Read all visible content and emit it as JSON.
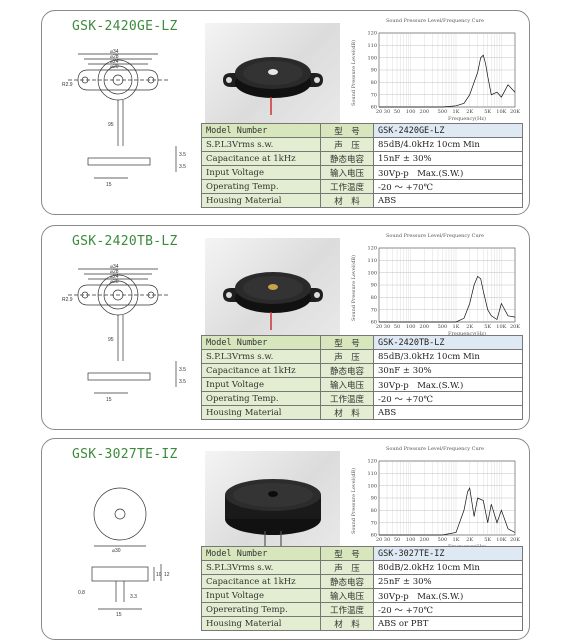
{
  "products": [
    {
      "title": "GSK-2420GE-LZ",
      "table": [
        {
          "label": "Model Number",
          "cn": "型　号",
          "value": "GSK-2420GE-LZ"
        },
        {
          "label": "S.P.L3Vrms s.w.",
          "cn": "声　压",
          "value": "85dB/4.0kHz 10cm Min"
        },
        {
          "label": "Capacitance at 1kHz",
          "cn": "静态电容",
          "value": "15nF ± 30%"
        },
        {
          "label": "Input Voltage",
          "cn": "输入电压",
          "value": "30Vp-p　Max.(S.W.)"
        },
        {
          "label": "Operating Temp.",
          "cn": "工作温度",
          "value": "-20 ～ +70℃"
        },
        {
          "label": "Housing Material",
          "cn": "材　料",
          "value": "ABS"
        }
      ],
      "drawing": {
        "dims": [
          "⌀34",
          "⌀28",
          "⌀24",
          "⌀20",
          "R2.9",
          "95",
          "3.5",
          "3.5",
          "15"
        ]
      },
      "chart_data": {
        "type": "line",
        "title": "Sound Pressure Level/Frequency Cure",
        "xlabel": "Frequency(Hz)",
        "ylabel": "Sound Pressure Level(dB)",
        "x_ticks": [
          "20",
          "30",
          "50",
          "100",
          "200",
          "500",
          "1K",
          "2K",
          "5K",
          "10K",
          "20K"
        ],
        "y_ticks": [
          120,
          110,
          100,
          90,
          80,
          70,
          60
        ],
        "ylim": [
          60,
          120
        ],
        "x": [
          "20",
          "500",
          "1K",
          "1.5K",
          "2K",
          "2.5K",
          "3K",
          "3.5K",
          "4K",
          "4.5K",
          "5K",
          "6K",
          "8K",
          "10K",
          "14K",
          "20K"
        ],
        "y": [
          60,
          60,
          61,
          63,
          70,
          80,
          88,
          100,
          102,
          95,
          85,
          70,
          72,
          68,
          78,
          72
        ]
      }
    },
    {
      "title": "GSK-2420TB-LZ",
      "table": [
        {
          "label": "Model Number",
          "cn": "型　号",
          "value": "GSK-2420TB-LZ"
        },
        {
          "label": "S.P.L3Vrms s.w.",
          "cn": "声　压",
          "value": "85dB/3.0kHz 10cm Min"
        },
        {
          "label": "Capacitance at 1kHz",
          "cn": "静态电容",
          "value": "30nF ± 30%"
        },
        {
          "label": "Input Voltage",
          "cn": "输入电压",
          "value": "30Vp-p　Max.(S.W.)"
        },
        {
          "label": "Operating Temp.",
          "cn": "工作温度",
          "value": "-20 ～ +70℃"
        },
        {
          "label": "Housing Material",
          "cn": "材　料",
          "value": "ABS"
        }
      ],
      "drawing": {
        "dims": [
          "⌀34",
          "⌀28",
          "⌀24",
          "⌀20",
          "R2.9",
          "95",
          "3.5",
          "3.5",
          "15"
        ]
      },
      "chart_data": {
        "type": "line",
        "title": "Sound Pressure Level/Frequency Cure",
        "xlabel": "Frequency(Hz)",
        "ylabel": "Sound Pressure Level(dB)",
        "x_ticks": [
          "20",
          "30",
          "50",
          "100",
          "200",
          "500",
          "1K",
          "2K",
          "5K",
          "10K",
          "20K"
        ],
        "y_ticks": [
          120,
          110,
          100,
          90,
          80,
          70,
          60
        ],
        "ylim": [
          60,
          120
        ],
        "x": [
          "20",
          "1K",
          "1.5K",
          "2K",
          "2.5K",
          "3K",
          "3.5K",
          "4K",
          "5K",
          "6K",
          "8K",
          "10K",
          "14K",
          "20K"
        ],
        "y": [
          60,
          60,
          63,
          75,
          90,
          97,
          95,
          85,
          70,
          65,
          62,
          75,
          65,
          64
        ]
      }
    },
    {
      "title": "GSK-3027TE-IZ",
      "table": [
        {
          "label": "Model Number",
          "cn": "型　号",
          "value": "GSK-3027TE-IZ"
        },
        {
          "label": "S.P.L3Vrms s.w.",
          "cn": "声　压",
          "value": "80dB/2.0kHz 10cm Min"
        },
        {
          "label": "Capacitance at 1kHz",
          "cn": "静态电容",
          "value": "25nF ± 30%"
        },
        {
          "label": "Input Voltage",
          "cn": "输入电压",
          "value": "30Vp-p　Max.(S.W.)"
        },
        {
          "label": "Opererating Temp.",
          "cn": "工作温度",
          "value": "-20 ～ +70℃"
        },
        {
          "label": "Housing Material",
          "cn": "材　料",
          "value": "ABS or PBT"
        }
      ],
      "drawing": {
        "dims": [
          "⌀30",
          "10",
          "12",
          "0.8",
          "3.3",
          "15"
        ]
      },
      "chart_data": {
        "type": "line",
        "title": "Sound Pressure Level/Frequency Cure",
        "xlabel": "Frequency(Hz)",
        "ylabel": "Sound Pressure Level(dB)",
        "x_ticks": [
          "20",
          "30",
          "50",
          "100",
          "200",
          "500",
          "1K",
          "2K",
          "5K",
          "10K",
          "20K"
        ],
        "y_ticks": [
          120,
          110,
          100,
          90,
          80,
          70,
          60
        ],
        "ylim": [
          60,
          120
        ],
        "x": [
          "20",
          "500",
          "1K",
          "1.5K",
          "1.8K",
          "2K",
          "2.5K",
          "3K",
          "4K",
          "5K",
          "6K",
          "8K",
          "10K",
          "14K",
          "20K"
        ],
        "y": [
          60,
          60,
          62,
          80,
          95,
          98,
          75,
          90,
          88,
          70,
          85,
          70,
          80,
          65,
          62
        ]
      }
    }
  ]
}
